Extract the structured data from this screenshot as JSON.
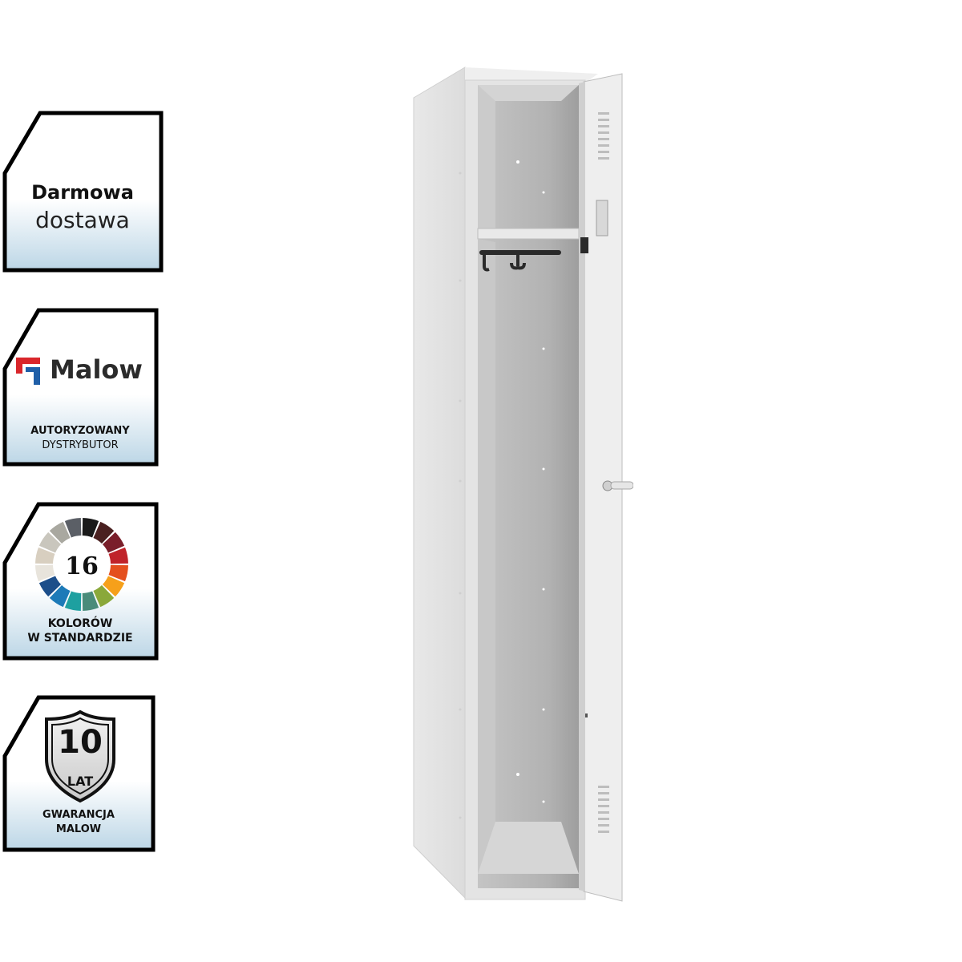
{
  "badges": {
    "delivery": {
      "line1": "Darmowa",
      "line2": "dostawa"
    },
    "dealer": {
      "brand": "Malow",
      "line1": "AUTORYZOWANY",
      "line2": "DYSTRYBUTOR"
    },
    "colors": {
      "count": "16",
      "line1": "KOLORÓW",
      "line2": "W STANDARDZIE"
    },
    "warranty": {
      "years": "10",
      "unit": "LAT",
      "line1": "GWARANCJA",
      "line2": "MALOW"
    }
  },
  "colors": {
    "badge_border": "#000000",
    "badge_fill_top": "#ffffff",
    "badge_fill_bottom": "#bcd6e6",
    "brand_red": "#d9262b",
    "brand_blue": "#1f5fa8",
    "locker_body": "#e3e3e3",
    "locker_interior": "#b2b2b2"
  },
  "palette": [
    "#1a1a1a",
    "#4a2020",
    "#7a1e2a",
    "#c0232a",
    "#e4501e",
    "#f6a01a",
    "#8aa83a",
    "#4a8c7a",
    "#1ea0a0",
    "#1c7ab8",
    "#1c4e8a",
    "#e8e4dc",
    "#d8cfc0",
    "#c9c6bd",
    "#a9a8a0",
    "#5b5f66"
  ],
  "icons": {
    "shield": "shield-icon",
    "logo": "malow-logo-icon",
    "wheel": "color-wheel-icon"
  }
}
